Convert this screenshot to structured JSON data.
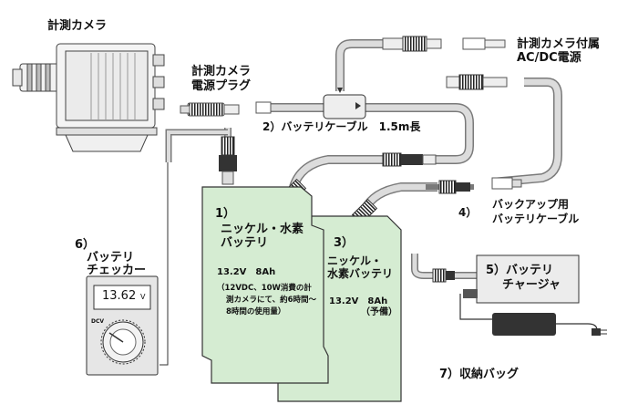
{
  "labels": {
    "camera": "計測カメラ",
    "camera_power_plug_1": "計測カメラ",
    "camera_power_plug_2": "電源プラグ",
    "ac_dc_1": "計測カメラ付属",
    "ac_dc_2": "AC/DC電源",
    "battery_cable": "2）バッテリケーブル　1.5m長",
    "backup_cable_num": "4）",
    "backup_cable_1": "バックアップ用",
    "backup_cable_2": "バッテリケーブル",
    "checker_num": "6）",
    "checker_1": "バッテリ",
    "checker_2": "チェッカー",
    "charger_1": "5）バッテリ",
    "charger_2": "チャージャ",
    "storage_bag": "7）収納バッグ"
  },
  "battery_main": {
    "num": "1）",
    "name_1": "ニッケル・水素",
    "name_2": "バッテリ",
    "spec": "13.2V　8Ah",
    "note_1": "（12VDC、10W消費の計",
    "note_2": "測カメラにて、約6時間～",
    "note_3": "8時間の使用量）"
  },
  "battery_spare": {
    "num": "3）",
    "name_1": "ニッケル・",
    "name_2": "水素バッテリ",
    "spec": "13.2V　8Ah",
    "note": "（予備）"
  },
  "meter": {
    "reading": "13.62",
    "unit": "V",
    "mode": "DCV"
  },
  "colors": {
    "battery_fill": "#d5ecd2",
    "cable_fill": "#dcdcdc",
    "cable_stroke": "#7a7a7a"
  }
}
